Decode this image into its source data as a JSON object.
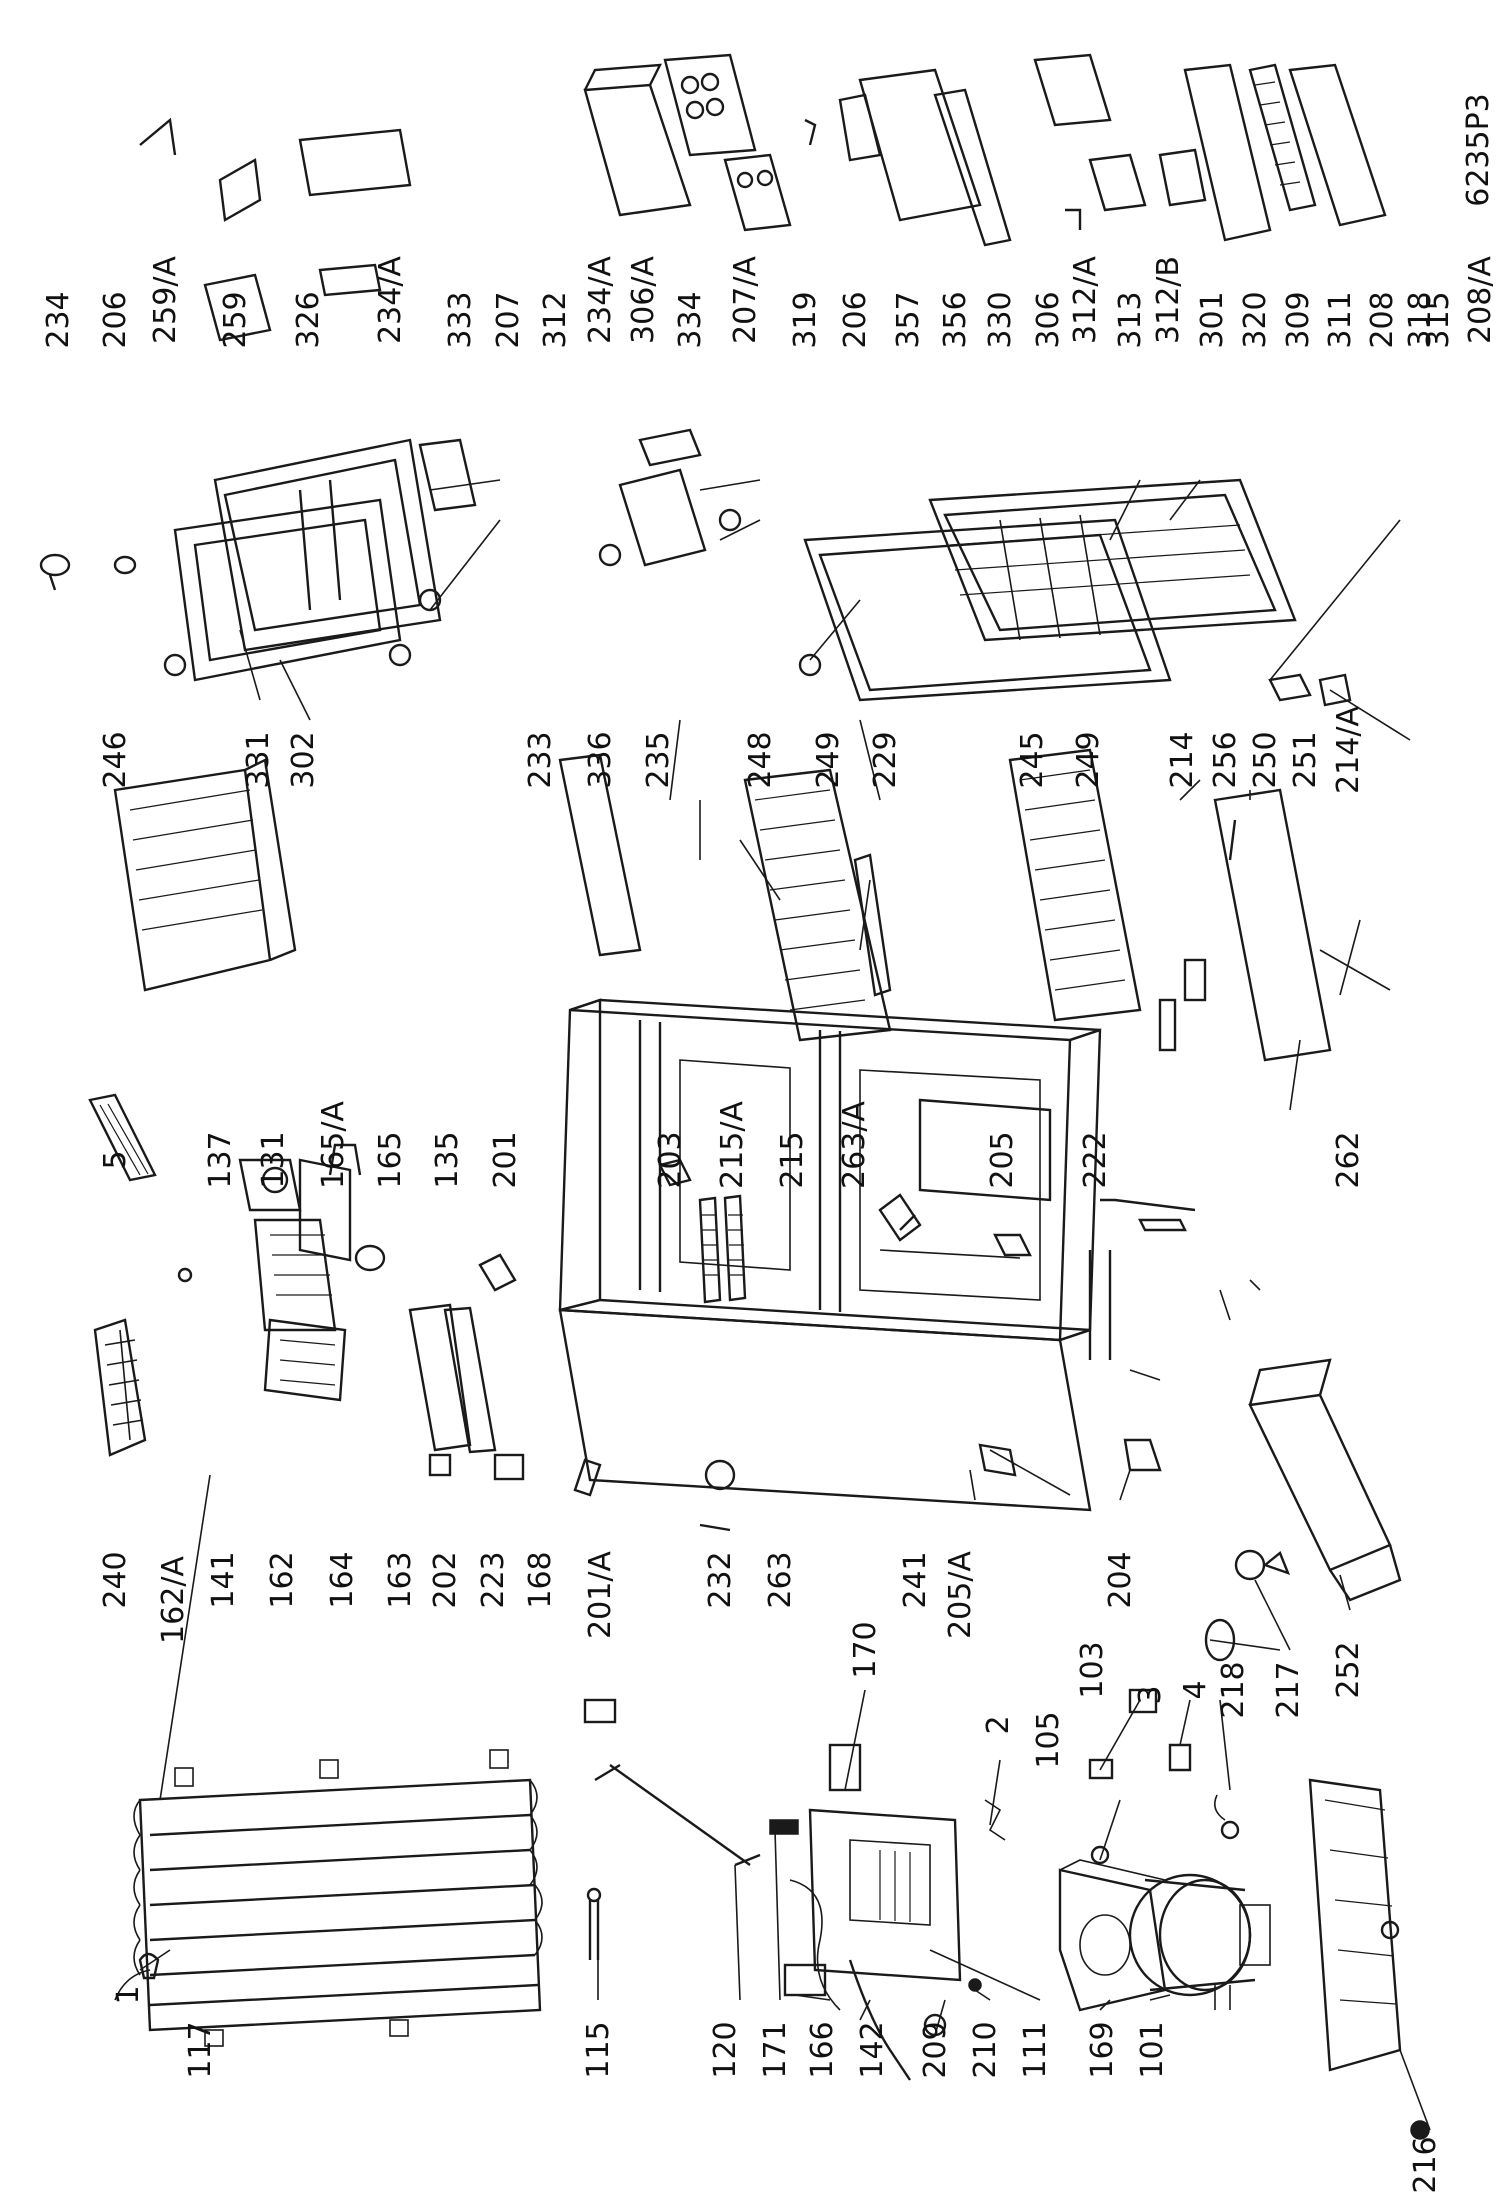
{
  "drawing_code": "6235P3",
  "part_labels": [
    "1",
    "117",
    "115",
    "120",
    "171",
    "166",
    "142",
    "209",
    "210",
    "111",
    "169",
    "101",
    "216",
    "170",
    "2",
    "105",
    "103",
    "3",
    "4",
    "240",
    "162/A",
    "141",
    "162",
    "164",
    "163",
    "202",
    "223",
    "168",
    "201/A",
    "232",
    "263",
    "241",
    "205/A",
    "204",
    "218",
    "217",
    "252",
    "5",
    "137",
    "131",
    "165/A",
    "165",
    "135",
    "201",
    "203",
    "215/A",
    "215",
    "263/A",
    "205",
    "222",
    "262",
    "246",
    "331",
    "302",
    "233",
    "336",
    "235",
    "248",
    "249",
    "229",
    "245",
    "249",
    "214",
    "256",
    "250",
    "251",
    "214/A",
    "234",
    "206",
    "259/A",
    "259",
    "326",
    "234/A",
    "333",
    "207",
    "312",
    "234/A",
    "306/A",
    "334",
    "207/A",
    "319",
    "206",
    "357",
    "356",
    "330",
    "306",
    "312/A",
    "313",
    "312/B",
    "301",
    "320",
    "309",
    "311",
    "208",
    "318",
    "315",
    "208/A"
  ]
}
